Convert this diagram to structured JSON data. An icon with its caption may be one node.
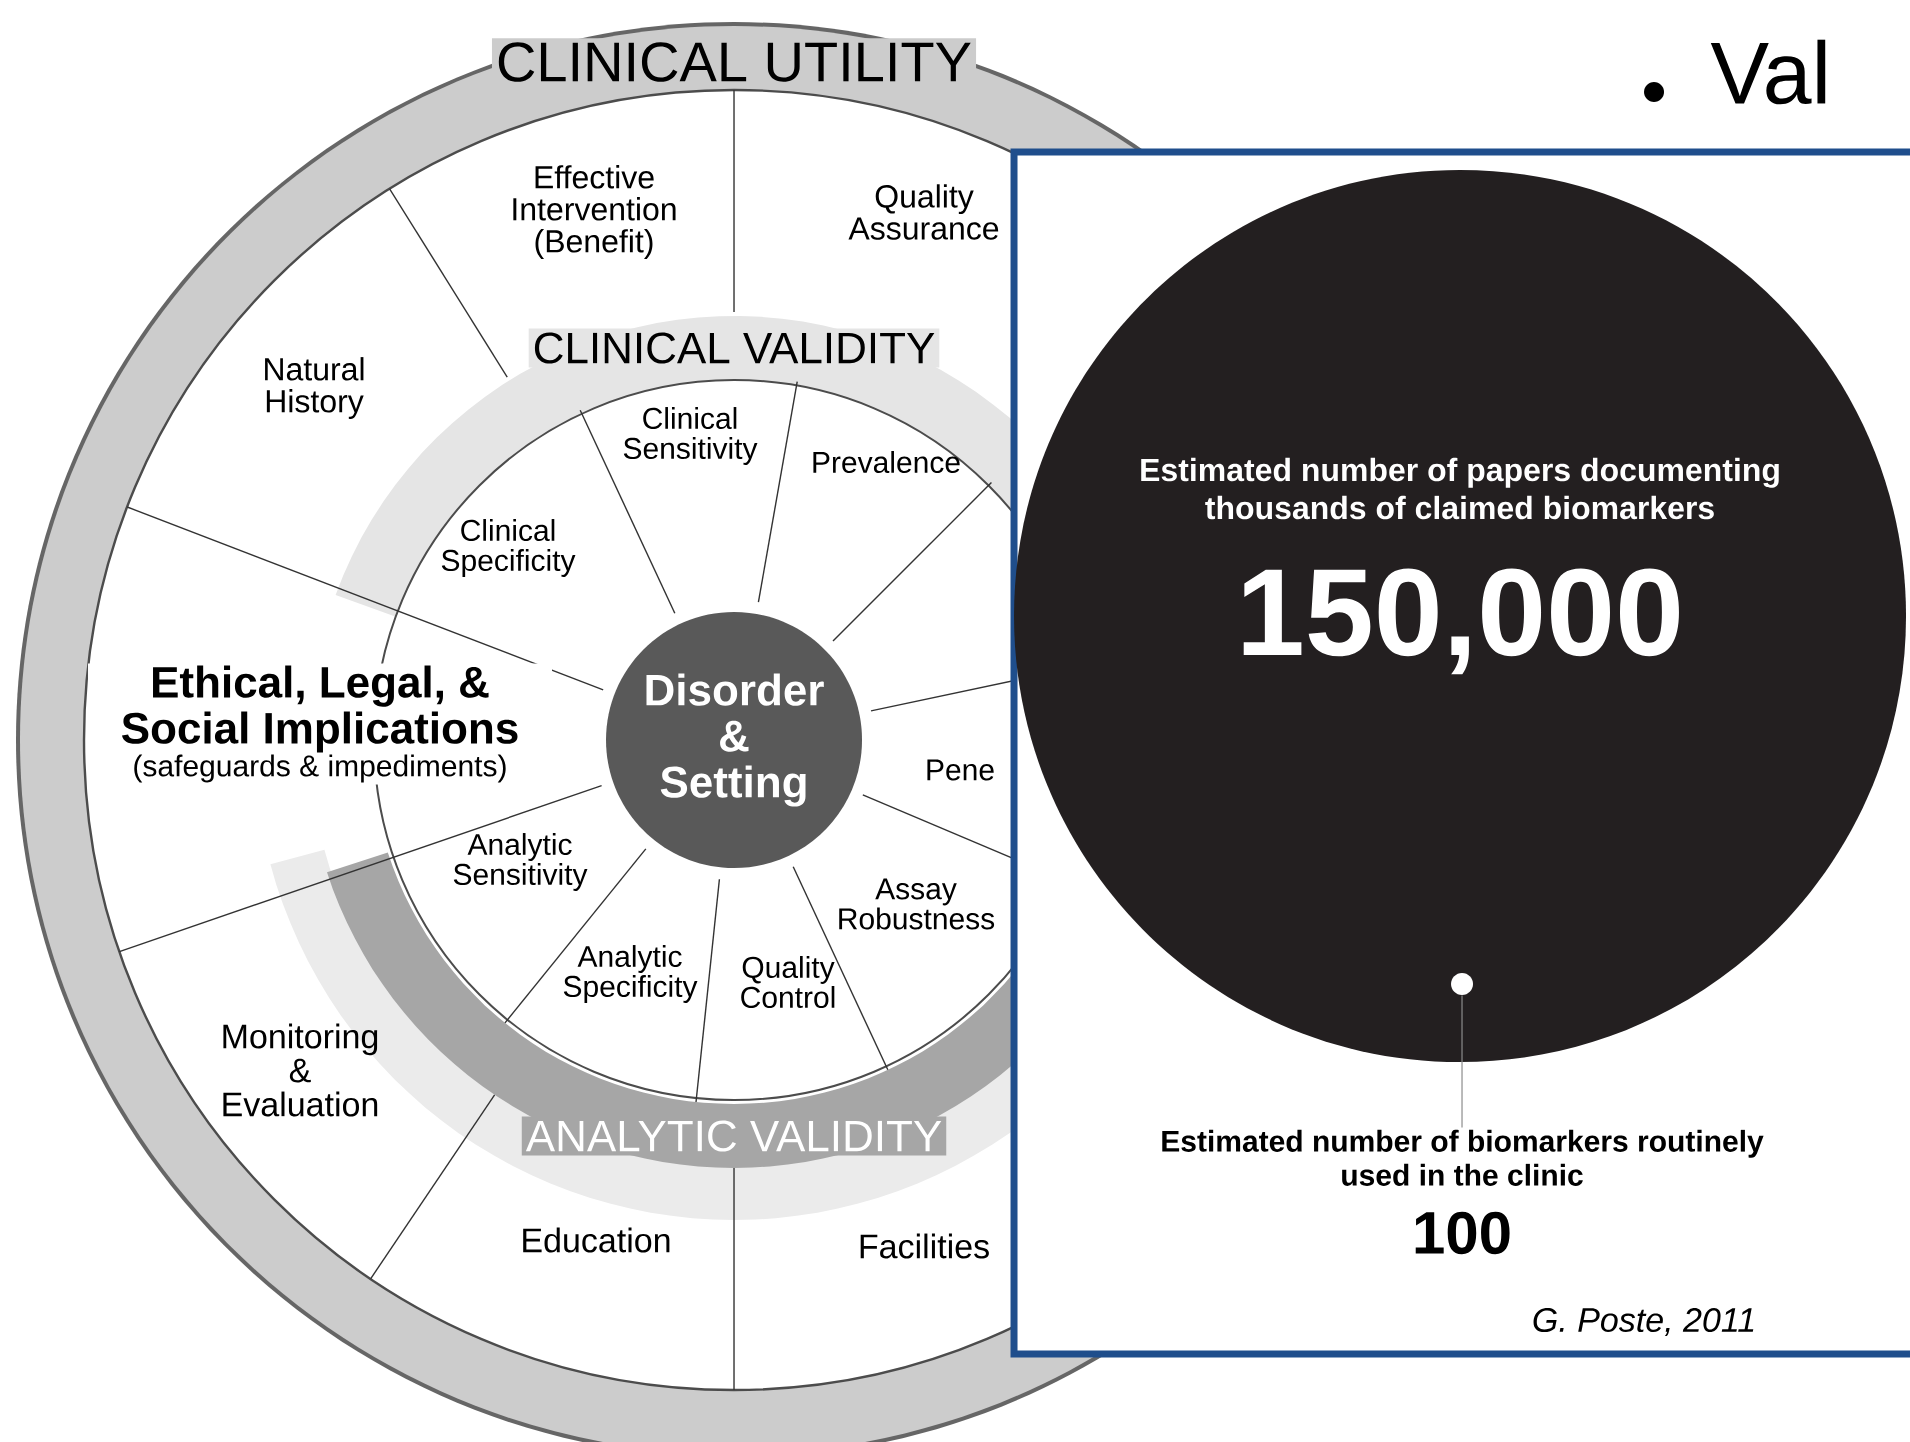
{
  "diagram": {
    "nodes": [
      {
        "text": [
          "Effective Intervention (Benefit)"
        ]
      },
      {
        "text": [
          "Quality Assurance"
        ]
      },
      {
        "text": [
          "Natural History"
        ]
      },
      {
        "text": [
          "Clinical Sensitivity"
        ]
      },
      {
        "text": [
          "Prevalence"
        ]
      },
      {
        "text": [
          "Clinical Specificity"
        ]
      },
      {
        "text": [
          "Ethical, Legal, & Social Implications",
          "(safeguards & impediments)"
        ]
      },
      {
        "text": [
          "Disorder & Setting"
        ]
      },
      {
        "text": [
          "Pene"
        ]
      },
      {
        "text": [
          "Analytic Sensitivity"
        ]
      },
      {
        "text": [
          "Assay Robustness"
        ]
      },
      {
        "text": [
          "Analytic Specificity"
        ]
      },
      {
        "text": [
          "Quality Control"
        ]
      },
      {
        "text": [
          "Monitoring & Evaluation"
        ]
      },
      {
        "text": [
          "Education"
        ]
      },
      {
        "text": [
          "Facilities"
        ]
      },
      {
        "text": [
          "Estimated number of papers documenting thousands of claimed biomarkers",
          "150,000"
        ]
      },
      {
        "text": [],
        "shape": "circle",
        "in": 16
      },
      {
        "text": [
          "Estimated number of biomarkers routinely used in the clinic",
          "100"
        ]
      }
    ],
    "edges": [
      {
        "from": 17,
        "to": 18,
        "arrow": "none"
      }
    ],
    "labels": [
      "Val",
      "CLINICAL UTILITY",
      "CLINICAL VALIDITY",
      "ANALYTIC VALIDITY",
      "G. Poste, 2011"
    ]
  }
}
